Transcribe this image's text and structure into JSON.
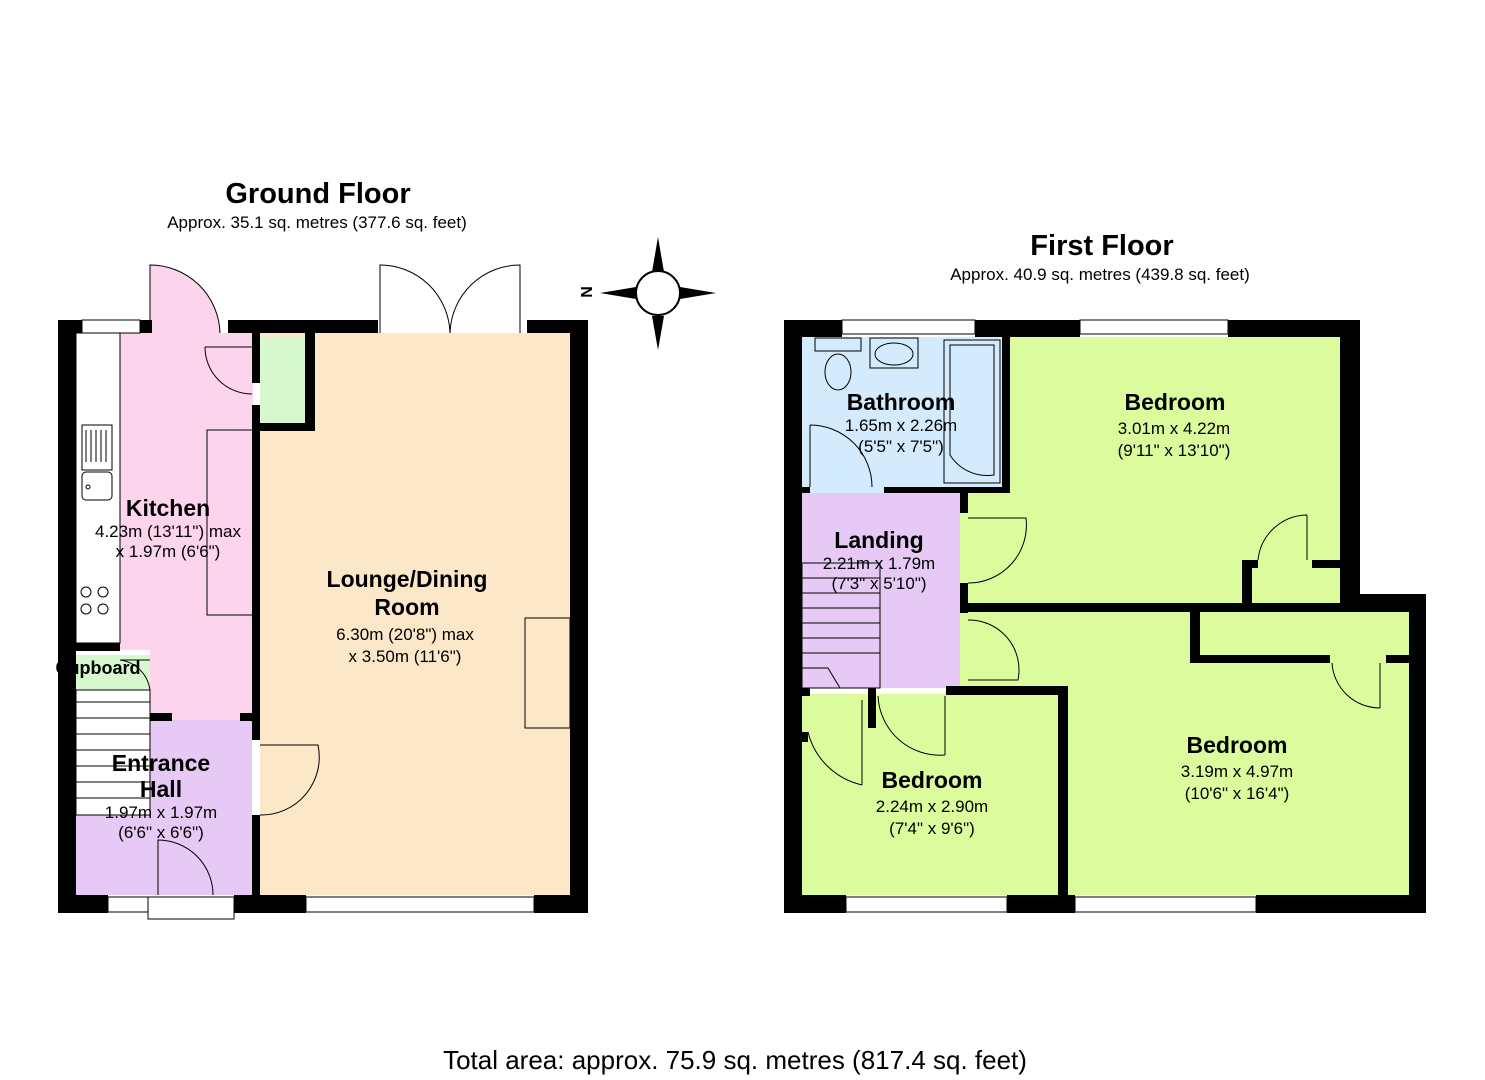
{
  "colors": {
    "wall": "#000000",
    "kitchen": "#fcd4ec",
    "entrance_hall": "#e6c9f4",
    "lounge": "#fde7c9",
    "cupboard": "#d7f7cf",
    "bathroom": "#d3ebfc",
    "landing": "#e6c9f4",
    "bedroom": "#dbfb9d"
  },
  "ground_floor": {
    "title": "Ground Floor",
    "area": "Approx. 35.1 sq. metres (377.6 sq. feet)",
    "rooms": {
      "kitchen": {
        "name": "Kitchen",
        "dim1": "4.23m (13'11\") max",
        "dim2": "x 1.97m (6'6\")"
      },
      "lounge": {
        "name1": "Lounge/Dining",
        "name2": "Room",
        "dim1": "6.30m (20'8\") max",
        "dim2": "x 3.50m (11'6\")"
      },
      "cupboard": {
        "name": "Cupboard"
      },
      "entrance_hall": {
        "name1": "Entrance",
        "name2": "Hall",
        "dim1": "1.97m x 1.97m",
        "dim2": "(6'6\" x 6'6\")"
      }
    }
  },
  "first_floor": {
    "title": "First Floor",
    "area": "Approx. 40.9 sq. metres (439.8 sq. feet)",
    "rooms": {
      "bathroom": {
        "name": "Bathroom",
        "dim1": "1.65m x 2.26m",
        "dim2": "(5'5\" x 7'5\")"
      },
      "bedroom_rear": {
        "name": "Bedroom",
        "dim1": "3.01m x 4.22m",
        "dim2": "(9'11\" x 13'10\")"
      },
      "landing": {
        "name": "Landing",
        "dim1": "2.21m x 1.79m",
        "dim2": "(7'3\" x 5'10\")"
      },
      "bedroom_small": {
        "name": "Bedroom",
        "dim1": "2.24m x 2.90m",
        "dim2": "(7'4\" x 9'6\")"
      },
      "bedroom_large": {
        "name": "Bedroom",
        "dim1": "3.19m x 4.97m",
        "dim2": "(10'6\" x 16'4\")"
      }
    }
  },
  "compass": {
    "label": "N"
  },
  "total_area": "Total area: approx. 75.9 sq. metres (817.4 sq. feet)"
}
